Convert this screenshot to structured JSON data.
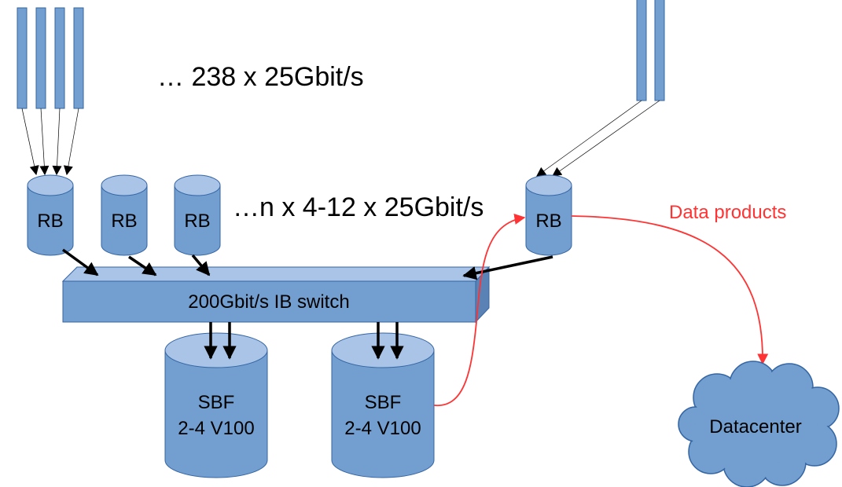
{
  "colors": {
    "node_fill": "#729fcf",
    "node_top": "#a9c4e6",
    "node_stroke": "#3465a4",
    "arrow_black": "#000000",
    "arrow_red": "#ff3333",
    "text_red": "#ff3333"
  },
  "labels": {
    "input_links": "… 238 x 25Gbit/s",
    "rb_links": "…n x 4-12 x 25Gbit/s",
    "data_products": "Data products"
  },
  "readout_buffers": [
    {
      "label": "RB"
    },
    {
      "label": "RB"
    },
    {
      "label": "RB"
    },
    {
      "label": "RB"
    }
  ],
  "switch": {
    "label": "200Gbit/s IB switch"
  },
  "sbf_nodes": [
    {
      "line1": "SBF",
      "line2": "2-4 V100"
    },
    {
      "line1": "SBF",
      "line2": "2-4 V100"
    }
  ],
  "datacenter": {
    "label": "Datacenter"
  }
}
